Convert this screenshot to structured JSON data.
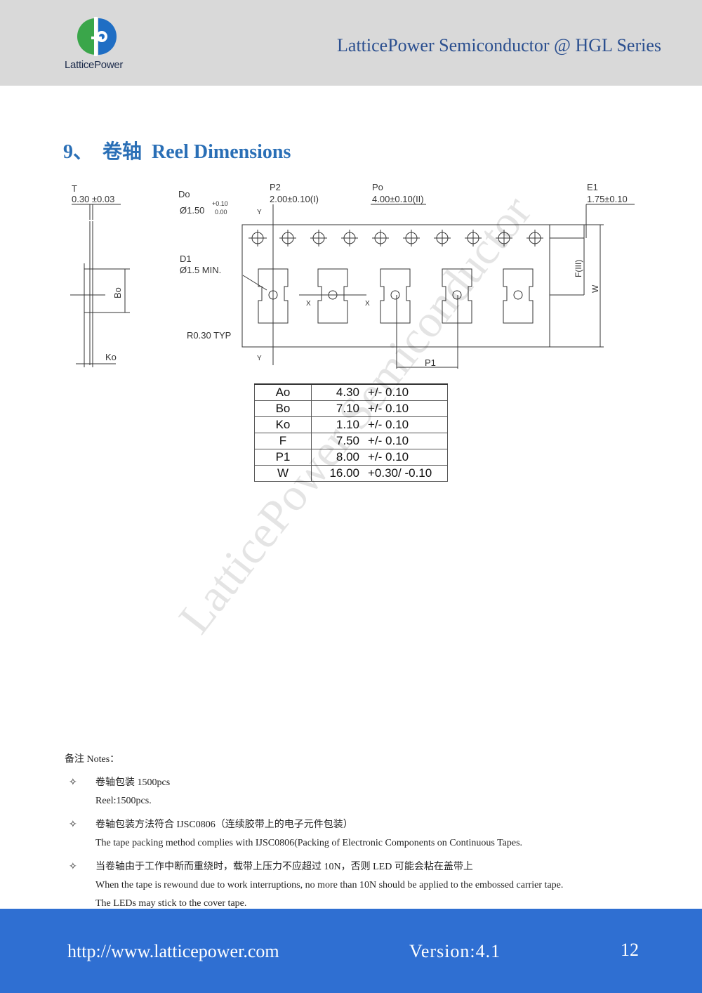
{
  "header": {
    "logo_text": "LatticePower",
    "title": "LatticePower Semiconductor @ HGL Series"
  },
  "section": {
    "number": "9、",
    "title_cn": "卷轴",
    "title_en": "Reel Dimensions"
  },
  "drawing": {
    "T_label": "T",
    "T_value": "0.30 ±0.03",
    "Do_label": "Do",
    "Do_value": "Ø1.50",
    "Do_tol_plus": "+0.10",
    "Do_tol_minus": "0.00",
    "P2_label": "P2",
    "P2_value": "2.00±0.10(I)",
    "Po_label": "Po",
    "Po_value": "4.00±0.10(II)",
    "E1_label": "E1",
    "E1_value": "1.75±0.10",
    "D1_label": "D1",
    "D1_value": "Ø1.5 MIN.",
    "R_label": "R0.30 TYP",
    "Bo_label": "Bo",
    "Ko_label": "Ko",
    "F_label": "F(III)",
    "W_label": "W",
    "P1_label": "P1",
    "Y_label": "Y",
    "X_label": "X"
  },
  "spec_table": [
    {
      "key": "Ao",
      "value": "4.30",
      "tol": "+/- 0.10"
    },
    {
      "key": "Bo",
      "value": "7.10",
      "tol": "+/- 0.10"
    },
    {
      "key": "Ko",
      "value": "1.10",
      "tol": "+/- 0.10"
    },
    {
      "key": "F",
      "value": "7.50",
      "tol": "+/- 0.10"
    },
    {
      "key": "P1",
      "value": "8.00",
      "tol": "+/- 0.10"
    },
    {
      "key": "W",
      "value": "16.00",
      "tol": "+0.30/ -0.10"
    }
  ],
  "watermark": "LatticePower Semiconductor",
  "notes": {
    "head": "备注 Notes：",
    "bullet": "✧",
    "items": [
      {
        "cn": "卷轴包装 1500pcs",
        "en": [
          "Reel:1500pcs."
        ]
      },
      {
        "cn": "卷轴包装方法符合 IJSC0806（连续胶带上的电子元件包装）",
        "en": [
          "The tape packing method complies with IJSC0806(Packing of Electronic Components on Continuous Tapes."
        ]
      },
      {
        "cn": "当卷轴由于工作中断而重绕时，载带上压力不应超过 10N，否则 LED 可能会粘在盖带上",
        "en": [
          "When the tape is rewound due to work interruptions, no more than 10N should be applied to the embossed carrier tape.",
          "The LEDs may stick to the cover tape."
        ]
      }
    ]
  },
  "footer": {
    "url": "http://www.latticepower.com",
    "version": "Version:4.1",
    "page": "12"
  },
  "colors": {
    "header_bg": "#d9d9d9",
    "footer_bg": "#2f6fd2",
    "title_blue": "#2a6fb6",
    "logo_green": "#3aa64a",
    "logo_blue": "#1f6ec4"
  }
}
